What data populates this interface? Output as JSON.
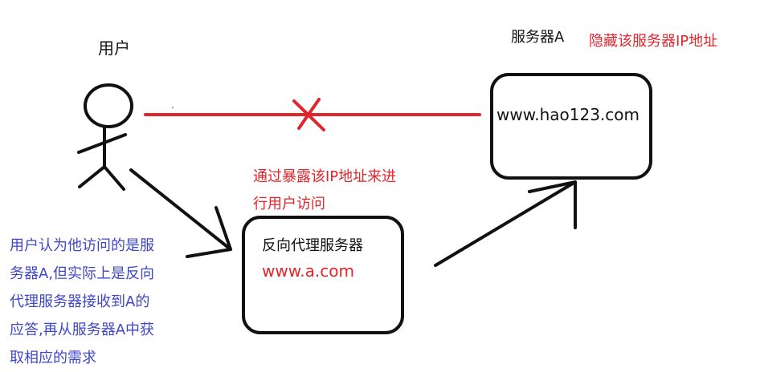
{
  "user": {
    "label": "用户"
  },
  "server_a": {
    "label": "服务器A",
    "hide_note": "隐藏该服务器IP地址",
    "url": "www.hao123.com"
  },
  "connection_note": {
    "line1": "通过暴露该IP地址来进",
    "line2": "行用户访问"
  },
  "proxy": {
    "title": "反向代理服务器",
    "url": "www.a.com"
  },
  "user_belief": {
    "lines": [
      "用户认为他访问的是服",
      "务器A,但实际上是反向",
      "代理服务器接收到A的",
      "应答,再从服务器A中获",
      "取相应的需求"
    ]
  },
  "colors": {
    "black": "#111111",
    "red": "#e0262b",
    "blue": "#3f47c9"
  }
}
